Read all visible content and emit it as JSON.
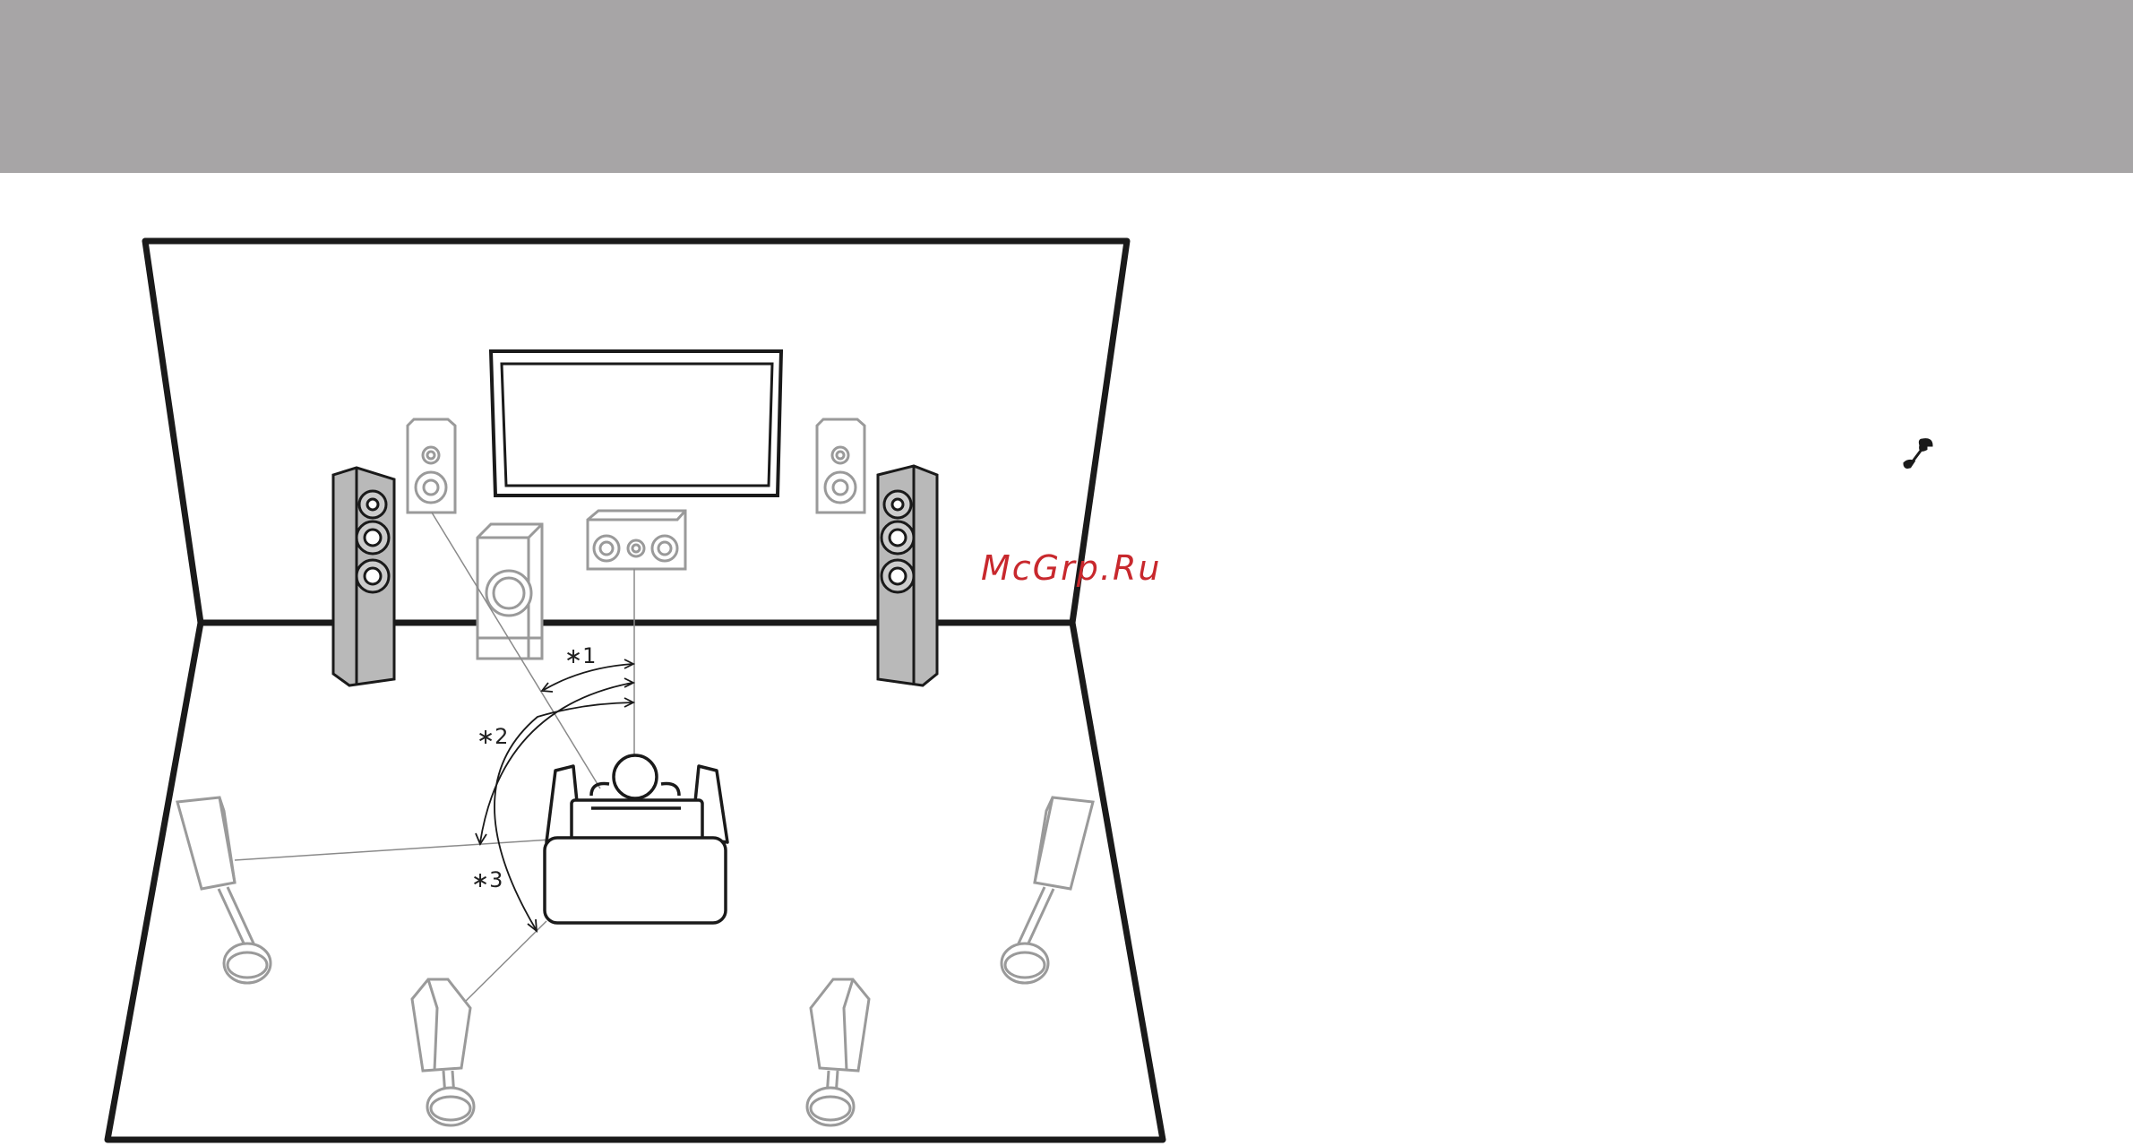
{
  "colors": {
    "header": "#a7a5a6",
    "watermark": "#c8282d",
    "line": "#1a1a1a",
    "speaker_outline": "#9a9a9a",
    "front_speaker_fill": "#b9b9b9"
  },
  "watermark": {
    "text": "McGrp.Ru"
  },
  "annotations": {
    "angle1": "∗1",
    "angle2": "∗2",
    "angle3": "∗3"
  },
  "icons": {
    "settings": "wrench-icon"
  }
}
